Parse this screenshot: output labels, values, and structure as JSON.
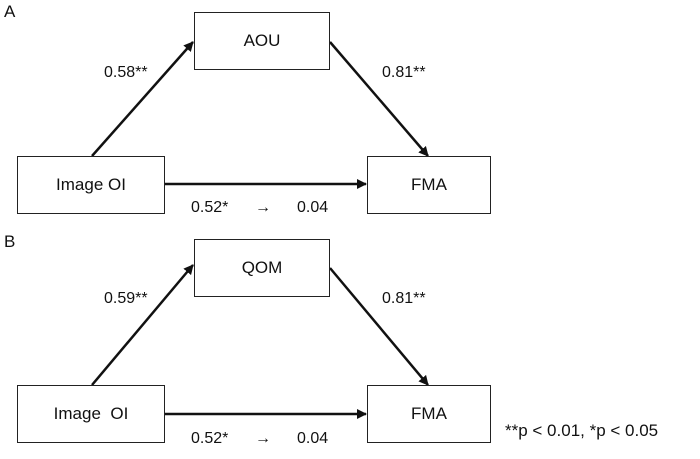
{
  "panels": [
    {
      "label": "A",
      "mediator": "AOU",
      "predictor": "Image OI",
      "outcome": "FMA",
      "path_a": "0.58**",
      "path_b": "0.81**",
      "path_c": "0.52*",
      "arrow_glyph": "→",
      "path_c_prime": "0.04"
    },
    {
      "label": "B",
      "mediator": "QOM",
      "predictor": "Image  OI",
      "outcome": "FMA",
      "path_a": "0.59**",
      "path_b": "0.81**",
      "path_c": "0.52*",
      "arrow_glyph": "→",
      "path_c_prime": "0.04"
    }
  ],
  "legend": "**p < 0.01, *p < 0.05"
}
